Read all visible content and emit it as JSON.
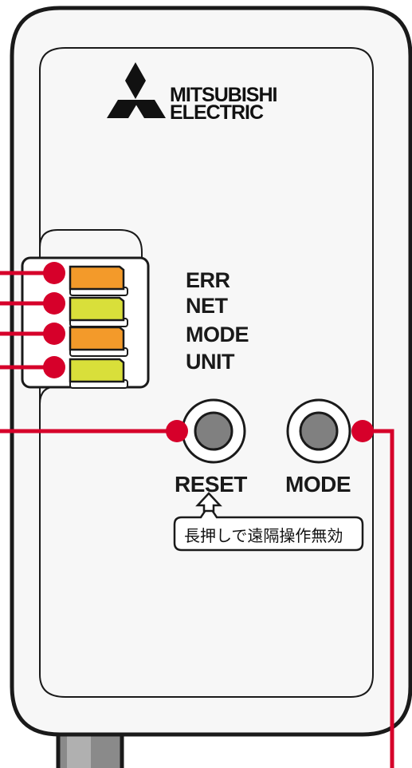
{
  "brand": {
    "line1": "MITSUBISHI",
    "line2": "ELECTRIC"
  },
  "leds": [
    {
      "label": "ERR",
      "color": "#f39a2a"
    },
    {
      "label": "NET",
      "color": "#d9df3a"
    },
    {
      "label": "MODE",
      "color": "#f39a2a"
    },
    {
      "label": "UNIT",
      "color": "#d9df3a"
    }
  ],
  "buttons": {
    "reset_label": "RESET",
    "mode_label": "MODE"
  },
  "note": "長押しで遠隔操作無効",
  "colors": {
    "leader_line": "#d6002a",
    "outline": "#1a1a1a",
    "button_fill": "#808080",
    "cable": "#8a8a8a"
  }
}
